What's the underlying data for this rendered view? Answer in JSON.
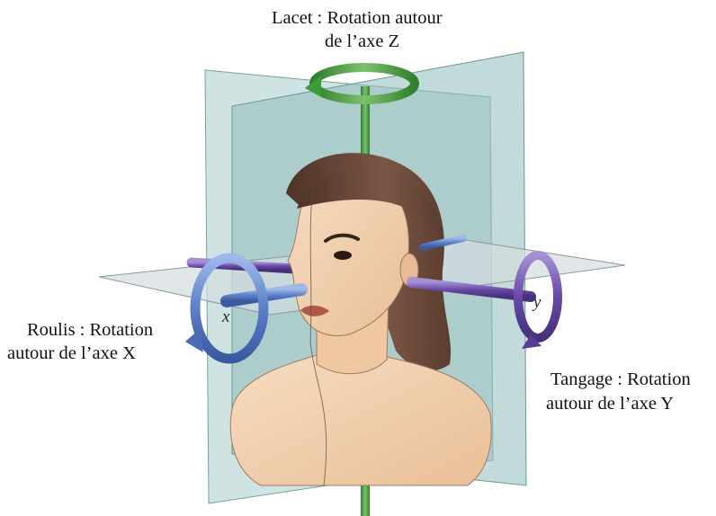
{
  "labels": {
    "lacet_line1": "Lacet : Rotation autour",
    "lacet_line2": "de l’axe Z",
    "roulis_line1": "Roulis : Rotation",
    "roulis_line2": "autour de l’axe X",
    "tangage_line1": "Tangage : Rotation",
    "tangage_line2": "autour de l’axe Y"
  },
  "axis_letters": {
    "x": "x",
    "y": "y"
  },
  "colors": {
    "z_axis": "#3f9a3a",
    "x_axis": "#5b7fc8",
    "y_axis": "#6a49a8",
    "vertical_plane": "#9fc4c4",
    "horizontal_plane": "#c9d4d8",
    "skin": "#f3cfa8",
    "hair": "#6b4a3a"
  }
}
